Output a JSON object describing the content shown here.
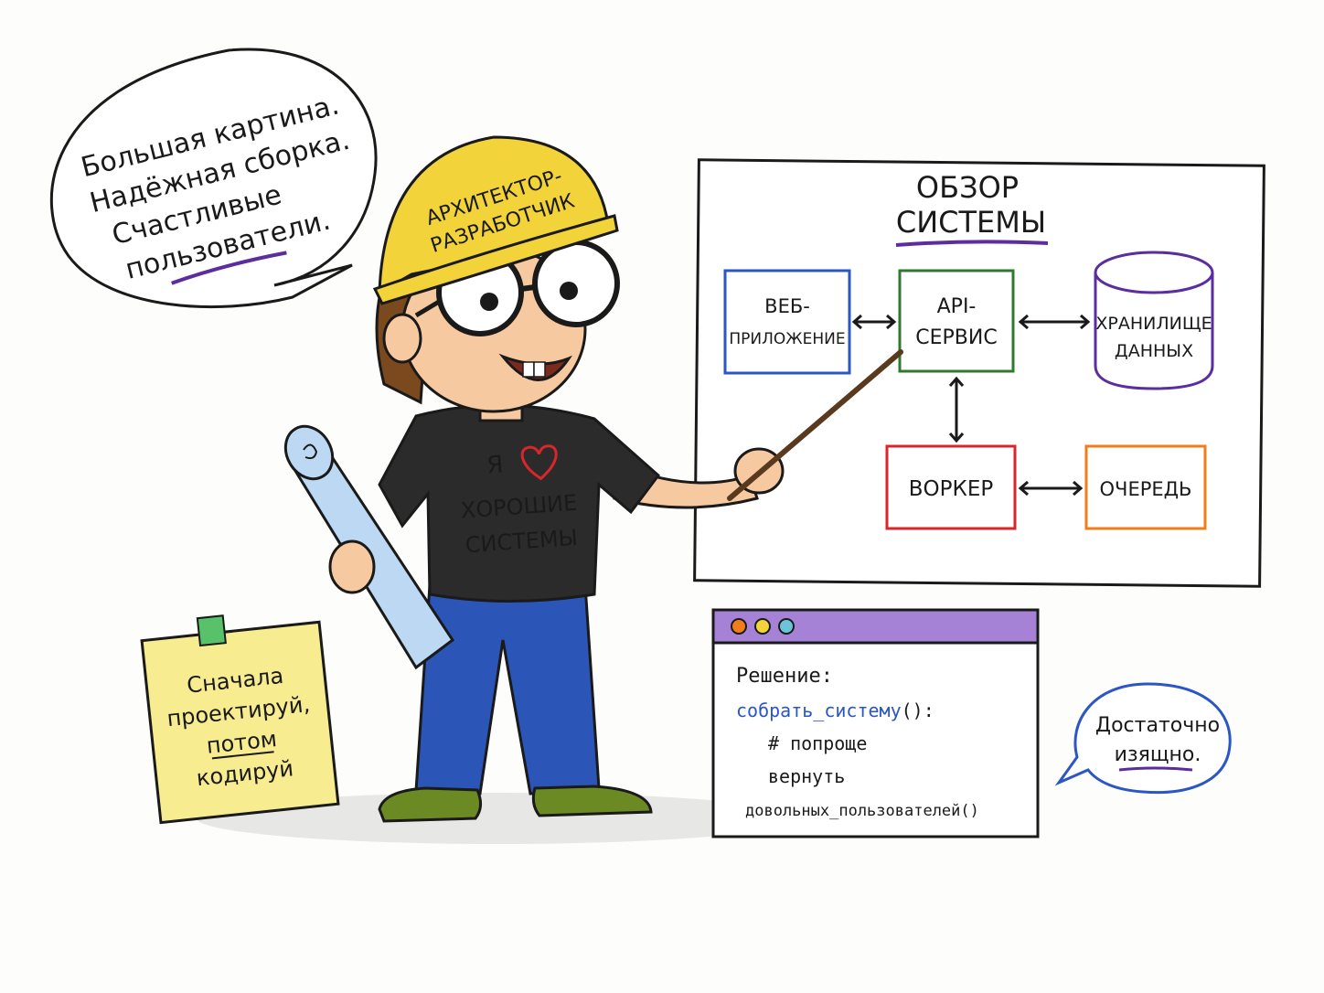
{
  "speech_bubble": {
    "lines": [
      "Большая картина.",
      "Надёжная сборка.",
      "Счастливые",
      "пользователи."
    ]
  },
  "character": {
    "helmet_line1": "АРХИТЕКТОР-",
    "helmet_line2": "РАЗРАБОТЧИК",
    "shirt_line1": "Я",
    "shirt_line2": "ХОРОШИЕ",
    "shirt_line3": "СИСТЕМЫ"
  },
  "board": {
    "title_line1": "ОБЗОР",
    "title_line2": "СИСТЕМЫ",
    "nodes": {
      "web_line1": "ВЕБ-",
      "web_line2": "ПРИЛОЖЕНИЕ",
      "api_line1": "API-",
      "api_line2": "СЕРВИС",
      "store_line1": "ХРАНИЛИЩЕ",
      "store_line2": "ДАННЫХ",
      "worker": "ВОРКЕР",
      "queue": "ОЧЕРЕДЬ"
    }
  },
  "sticky_note": {
    "line1": "Сначала",
    "line2": "проектируй,",
    "line3": "потом",
    "line4": "кодируй"
  },
  "code_window": {
    "heading": "Решение:",
    "line1_func": "собрать_систему",
    "line1_rest": "():",
    "line2": "# попроще",
    "line3": "вернуть",
    "line4": "довольных_пользователей()"
  },
  "small_bubble": {
    "line1": "Достаточно",
    "line2": "изящно."
  },
  "colors": {
    "purple": "#5b2d9e",
    "blue": "#2a56c6",
    "green": "#2f7a2f",
    "red": "#d8262a",
    "orange": "#ef7d1a",
    "helmet": "#f2d43a",
    "note": "#f7ec8f",
    "pants": "#2c55b8",
    "shirt": "#2b2b2b"
  }
}
